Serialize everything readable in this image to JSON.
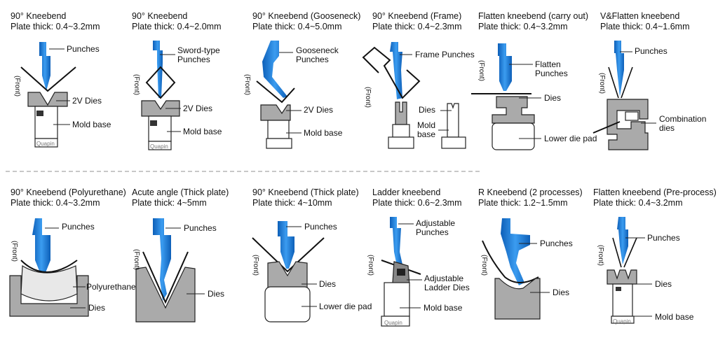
{
  "colors": {
    "punch": "#1f7fd8",
    "die": "#a9a9a9",
    "outline": "#222222",
    "plate": "#111111",
    "poly": "#e6e6e6"
  },
  "front_label": "(Front)",
  "brand": "Quapin",
  "panels": [
    {
      "title": "90° Kneebend",
      "spec": "Plate thick: 0.4~3.2mm",
      "labels": [
        "Punches",
        "2V Dies",
        "Mold base"
      ]
    },
    {
      "title": "90° Kneebend",
      "spec": "Plate thick: 0.4~2.0mm",
      "labels": [
        "Sword-type Punches",
        "2V Dies",
        "Mold base"
      ]
    },
    {
      "title": "90° Kneebend (Gooseneck)",
      "spec": "Plate thick: 0.4~5.0mm",
      "labels": [
        "Gooseneck Punches",
        "2V Dies",
        "Mold base"
      ]
    },
    {
      "title": "90° Kneebend (Frame)",
      "spec": "Plate thick: 0.4~2.3mm",
      "labels": [
        "Frame Punches",
        "Dies",
        "Mold base"
      ]
    },
    {
      "title": "Flatten kneebend (carry out)",
      "spec": "Plate thick: 0.4~3.2mm",
      "labels": [
        "Flatten Punches",
        "Dies",
        "Lower die pad"
      ]
    },
    {
      "title": "V&Flatten kneebend",
      "spec": "Plate thick: 0.4~1.6mm",
      "labels": [
        "Punches",
        "Combination dies"
      ]
    },
    {
      "title": "90° Kneebend (Polyurethane)",
      "spec": "Plate thick: 0.4~3.2mm",
      "labels": [
        "Punches",
        "Polyurethane",
        "Dies"
      ]
    },
    {
      "title": "Acute angle (Thick plate)",
      "spec": "Plate thick: 4~5mm",
      "labels": [
        "Punches",
        "Dies"
      ]
    },
    {
      "title": "90° Kneebend (Thick plate)",
      "spec": "Plate thick: 4~10mm",
      "labels": [
        "Punches",
        "Dies",
        "Lower die pad"
      ]
    },
    {
      "title": "Ladder kneebend",
      "spec": "Plate thick: 0.6~2.3mm",
      "labels": [
        "Adjustable Punches",
        "Adjustable Ladder Dies",
        "Mold base"
      ]
    },
    {
      "title": "R Kneebend (2 processes)",
      "spec": "Plate thick: 1.2~1.5mm",
      "labels": [
        "Punches",
        "Dies"
      ]
    },
    {
      "title": "Flatten kneebend (Pre-process)",
      "spec": "Plate thick: 0.4~3.2mm",
      "labels": [
        "Punches",
        "Dies",
        "Mold base"
      ]
    }
  ]
}
